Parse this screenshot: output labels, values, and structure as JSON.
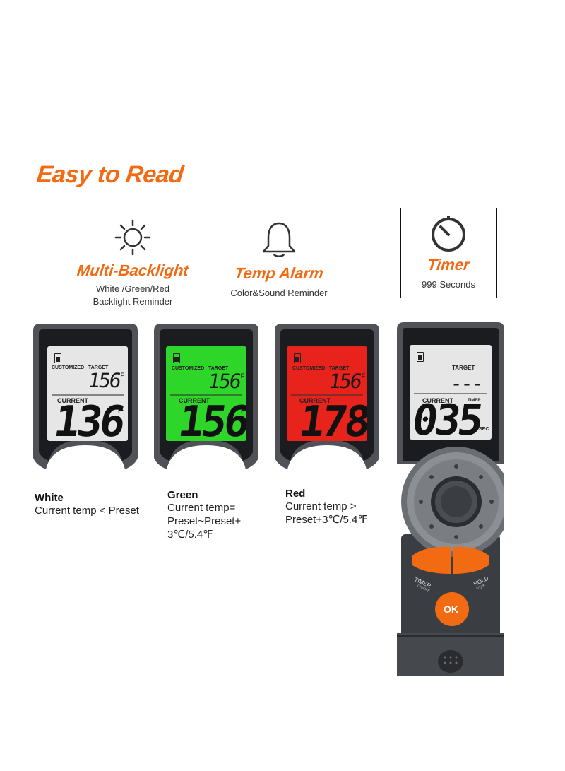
{
  "headline": "Easy to Read",
  "features": [
    {
      "icon": "sun-icon",
      "title": "Multi-Backlight",
      "sub_lines": [
        "White /Green/Red",
        "Backlight Reminder"
      ]
    },
    {
      "icon": "bell-icon",
      "title": "Temp Alarm",
      "sub_lines": [
        "Color&Sound Reminder"
      ]
    },
    {
      "icon": "timer-icon",
      "title": "Timer",
      "sub_lines": [
        "999 Seconds"
      ]
    }
  ],
  "displays": [
    {
      "name": "white",
      "bg": "#e6e6e6",
      "customized": "CUSTOMIZED",
      "target_label": "TARGET",
      "target": "156",
      "unit": "°F",
      "current_label": "CURRENT",
      "current": "136"
    },
    {
      "name": "green",
      "bg": "#2fd62a",
      "customized": "CUSTOMIZED",
      "target_label": "TARGET",
      "target": "156",
      "unit": "°F",
      "current_label": "CURRENT",
      "current": "156"
    },
    {
      "name": "red",
      "bg": "#e8231c",
      "customized": "CUSTOMIZED",
      "target_label": "TARGET",
      "target": "156",
      "unit": "°F",
      "current_label": "CURRENT",
      "current": "178"
    }
  ],
  "timer_display": {
    "bg": "#e6e6e6",
    "target_label": "TARGET",
    "target": "---",
    "current_label": "CURRENT",
    "timer_label": "TIMER",
    "current": "035",
    "unit": "SEC"
  },
  "captions": [
    {
      "title": "White",
      "body": [
        "Current temp <  Preset"
      ]
    },
    {
      "title": "Green",
      "body": [
        "Current temp=",
        "Preset~Preset+",
        "3℃/5.4℉"
      ]
    },
    {
      "title": "Red",
      "body": [
        "Current temp >",
        "Preset+3℃/5.4℉"
      ]
    }
  ],
  "device_buttons": {
    "timer": "TIMER",
    "timer_sub": "ON/OFF",
    "hold": "HOLD",
    "hold_sub": "℃/℉",
    "ok": "OK"
  },
  "colors": {
    "accent": "#f26a12",
    "device_body": "#3a3d42",
    "button_orange": "#f26a12"
  }
}
